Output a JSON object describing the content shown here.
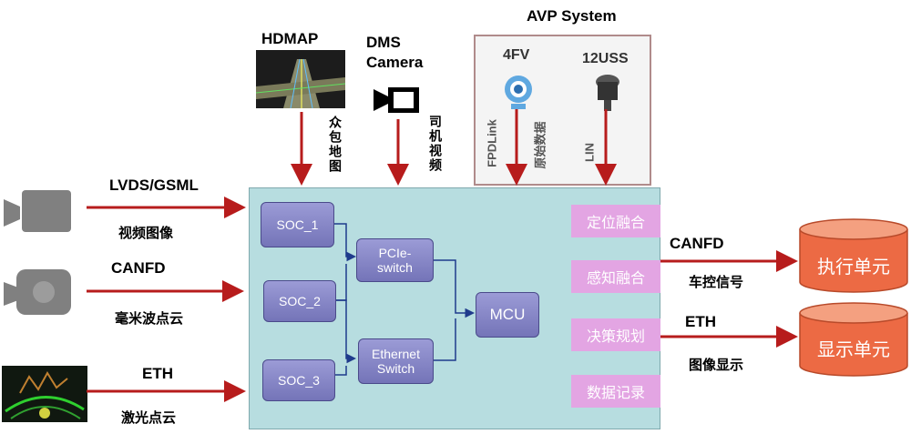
{
  "avp": {
    "title": "AVP System",
    "cam_label": "4FV",
    "uss_label": "12USS",
    "link1": "FPDLink",
    "link1_cn": "原始数据",
    "link2": "LIN"
  },
  "hdmap": {
    "title": "HDMAP",
    "sub": "众包地图"
  },
  "dms": {
    "title_line1": "DMS",
    "title_line2": "Camera",
    "sub": "司机视频"
  },
  "inputs": [
    {
      "proto": "LVDS/GSML",
      "desc": "视频图像"
    },
    {
      "proto": "CANFD",
      "desc": "毫米波点云"
    },
    {
      "proto": "ETH",
      "desc": "激光点云"
    }
  ],
  "board": {
    "soc1": "SOC_1",
    "soc2": "SOC_2",
    "soc3": "SOC_3",
    "pcie": "PCIe-\nswitch",
    "eth": "Ethernet\nSwitch",
    "mcu": "MCU",
    "functions": [
      "定位融合",
      "感知融合",
      "决策规划",
      "数据记录"
    ]
  },
  "outputs": [
    {
      "proto": "CANFD",
      "desc": "车控信号",
      "target": "执行单元"
    },
    {
      "proto": "ETH",
      "desc": "图像显示",
      "target": "显示单元"
    }
  ],
  "colors": {
    "arrow": "#b71c1c",
    "board": "#b7dde0",
    "chip": "#7d7dc0",
    "func": "#e3a5e3",
    "unit": "#ec6a44"
  }
}
